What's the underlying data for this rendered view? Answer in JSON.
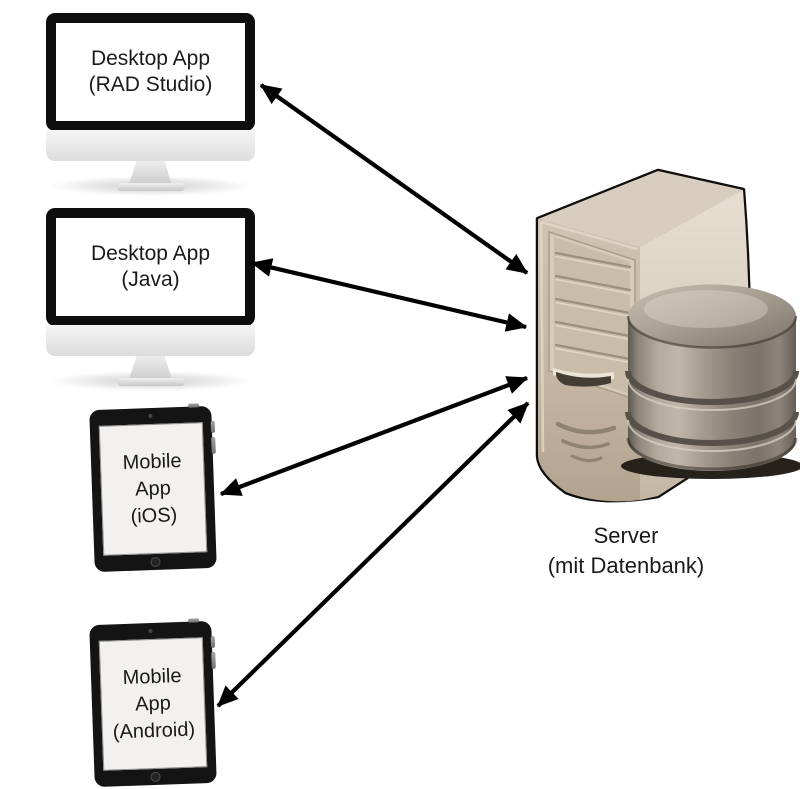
{
  "diagram": {
    "background": "#ffffff",
    "arrow_color": "#000000",
    "nodes": [
      {
        "id": "desktop-rad-studio",
        "type": "desktop-monitor",
        "lines": [
          "Desktop App",
          "(RAD Studio)"
        ]
      },
      {
        "id": "desktop-java",
        "type": "desktop-monitor",
        "lines": [
          "Desktop App",
          "(Java)"
        ]
      },
      {
        "id": "mobile-ios",
        "type": "tablet",
        "lines": [
          "Mobile",
          "App",
          "(iOS)"
        ]
      },
      {
        "id": "mobile-android",
        "type": "tablet",
        "lines": [
          "Mobile",
          "App",
          "(Android)"
        ]
      },
      {
        "id": "server",
        "type": "server-with-database",
        "lines": [
          "Server",
          "(mit Datenbank)"
        ]
      }
    ],
    "edges": [
      {
        "from": "desktop-rad-studio",
        "to": "server",
        "bidirectional": true
      },
      {
        "from": "desktop-java",
        "to": "server",
        "bidirectional": true
      },
      {
        "from": "mobile-ios",
        "to": "server",
        "bidirectional": true
      },
      {
        "from": "mobile-android",
        "to": "server",
        "bidirectional": true
      }
    ],
    "colors": {
      "tower_front": "#c3b5a3",
      "tower_top": "#d8cdbe",
      "tower_side": "#ddd2c4",
      "cylinder_light": "#c0b6a9",
      "cylinder_dark": "#5f5950",
      "outline": "#0f0e0c",
      "device_bezel": "#0e0e0e",
      "screen_white": "#ffffff",
      "tablet_screen": "#f2f1ef"
    }
  }
}
